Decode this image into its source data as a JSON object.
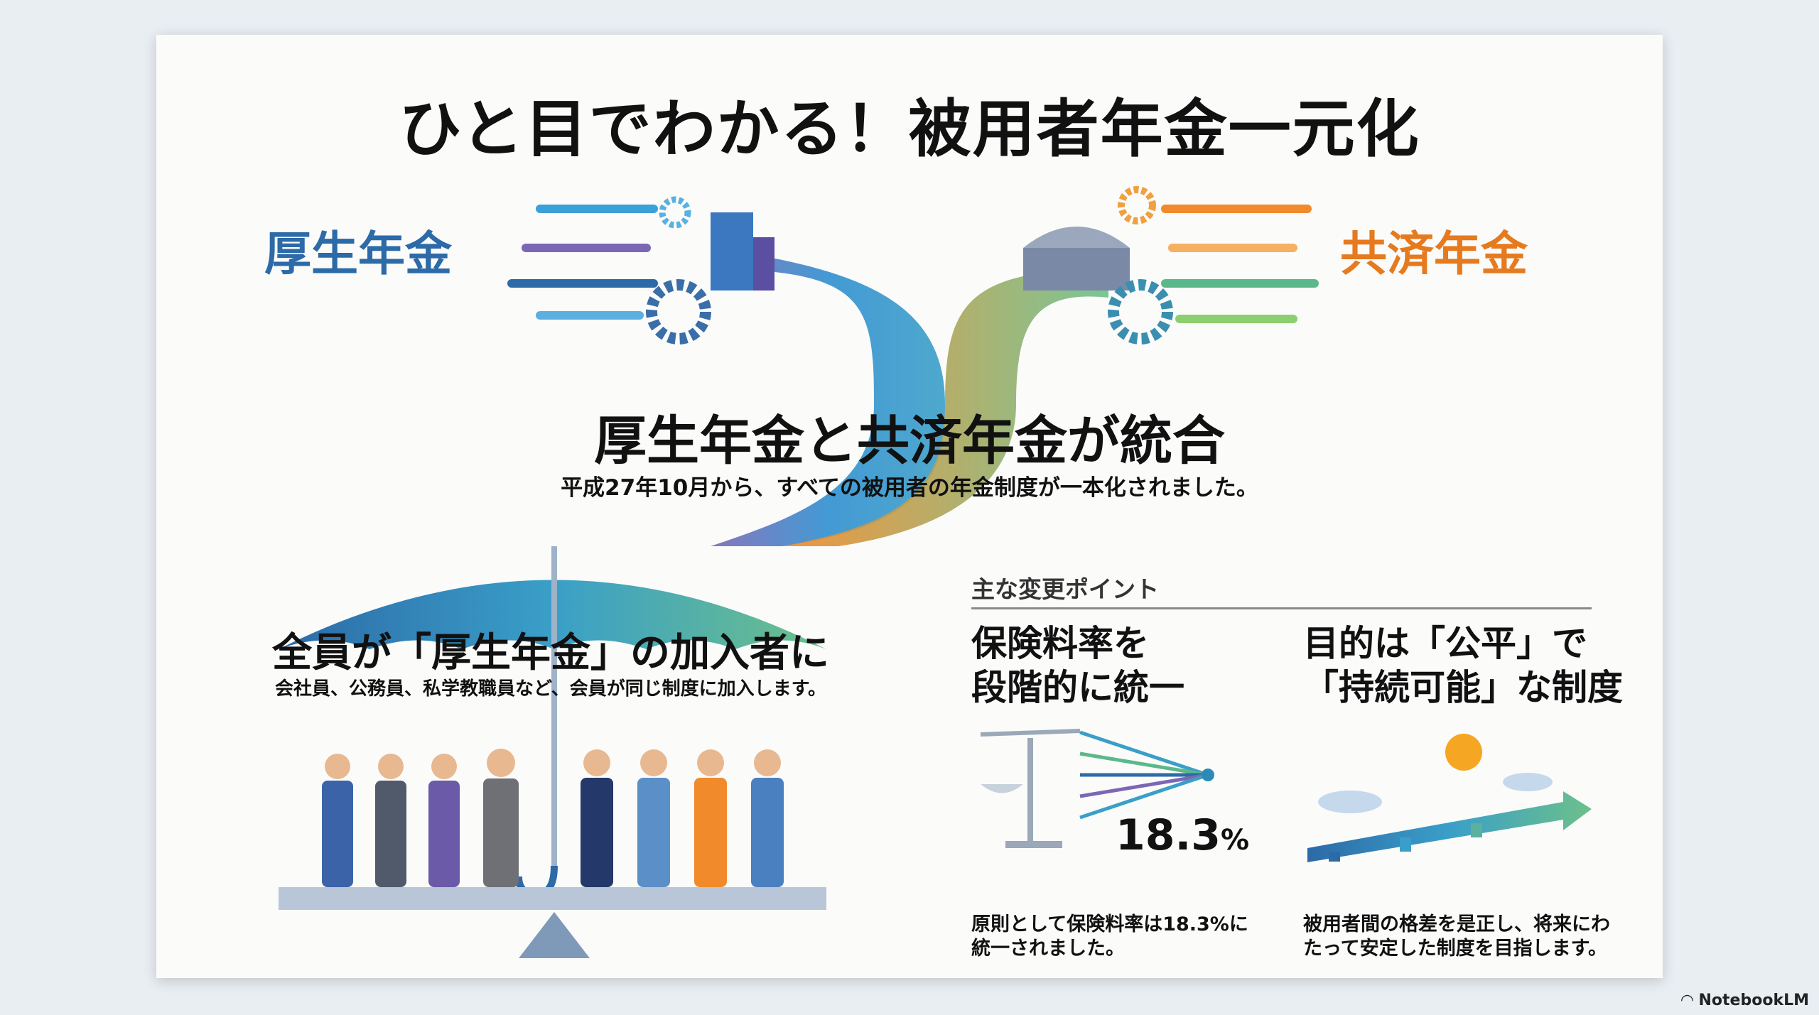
{
  "title": "ひと目でわかる！被用者年金一元化",
  "left_label": "厚生年金",
  "right_label": "共済年金",
  "headline": "厚生年金と共済年金が統合",
  "subheadline": "平成27年10月から、すべての被用者の年金制度が一本化されました。",
  "everyone": {
    "title": "全員が「厚生年金」の加入者に",
    "text": "会社員、公務員、私学教職員など、会員が同じ制度に加入します。"
  },
  "points": {
    "heading": "主な変更ポイント",
    "items": [
      {
        "title_line1": "保険料率を",
        "title_line2": "段階的に統一",
        "value": "18.3",
        "unit": "%",
        "text_line1": "原則として保険料率は18.3%に",
        "text_line2": "統一されました。"
      },
      {
        "title_line1": "目的は「公平」で",
        "title_line2": "「持続可能」な制度",
        "text_line1": "被用者間の格差を是正し、将来にわ",
        "text_line2": "たって安定した制度を目指します。"
      }
    ]
  },
  "watermark": "NotebookLM",
  "colors": {
    "blue": "#2c6aa8",
    "orange": "#e67a1e",
    "green": "#5bb88a",
    "purple": "#7b68b5"
  }
}
